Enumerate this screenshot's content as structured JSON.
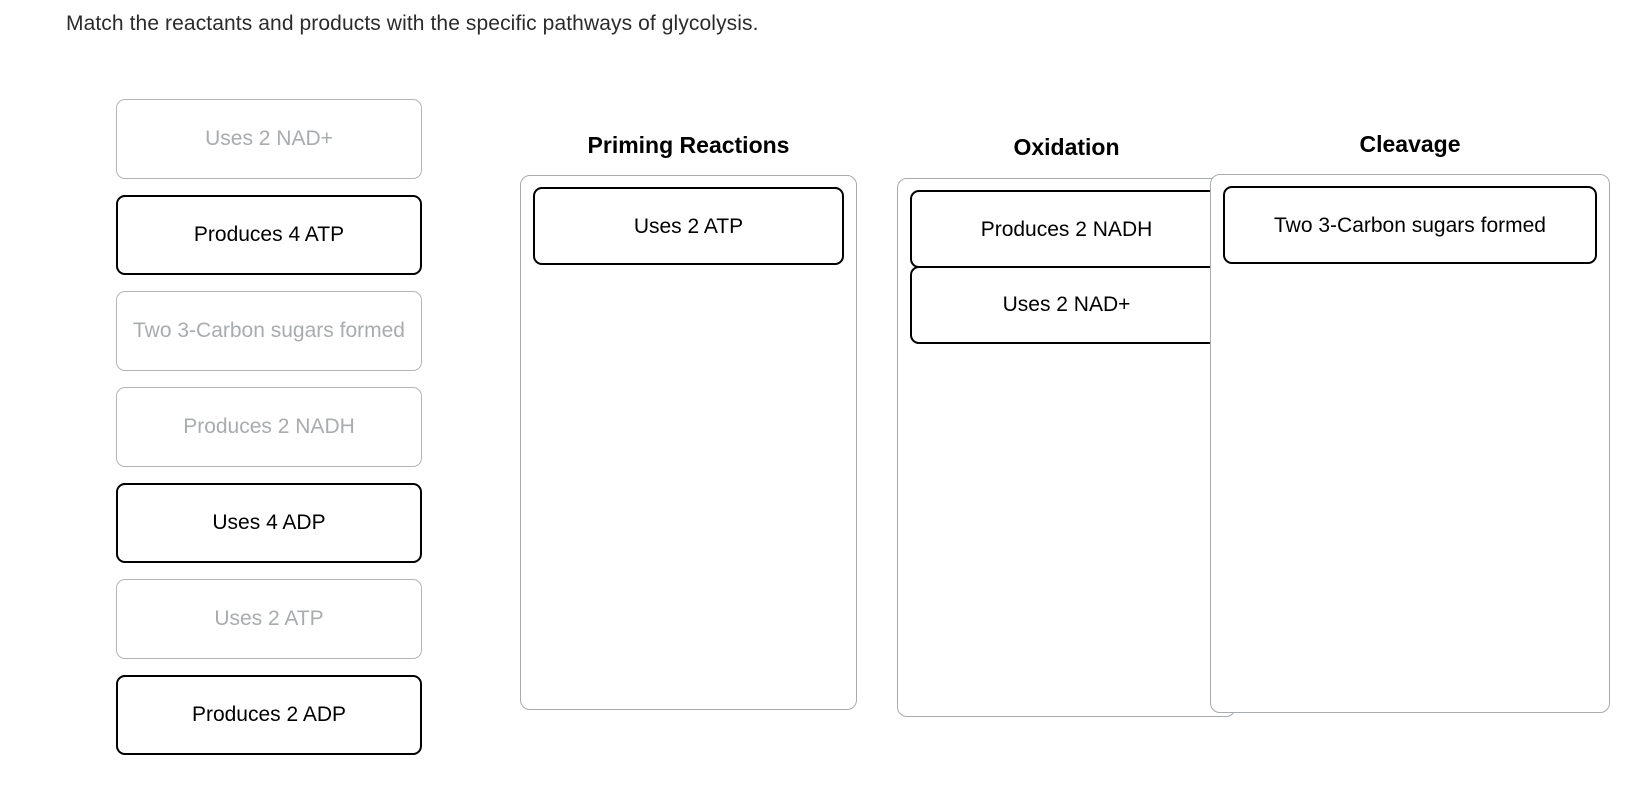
{
  "prompt": "Match the reactants and products with the specific pathways of glycolysis.",
  "source_bank": {
    "items": [
      {
        "label": "Uses 2 NAD+",
        "state": "used"
      },
      {
        "label": "Produces 4 ATP",
        "state": "active"
      },
      {
        "label": "Two 3-Carbon sugars formed",
        "state": "used"
      },
      {
        "label": "Produces 2 NADH",
        "state": "used"
      },
      {
        "label": "Uses 4 ADP",
        "state": "active"
      },
      {
        "label": "Uses 2 ATP",
        "state": "used"
      },
      {
        "label": "Produces 2 ADP",
        "state": "active"
      }
    ]
  },
  "columns": [
    {
      "title": "Priming Reactions",
      "placed": [
        {
          "label": "Uses 2 ATP"
        }
      ]
    },
    {
      "title": "Oxidation",
      "placed": [
        {
          "label": "Produces 2 NADH"
        },
        {
          "label": "Uses 2 NAD+"
        }
      ]
    },
    {
      "title": "Cleavage",
      "placed": [
        {
          "label": "Two 3-Carbon sugars formed"
        }
      ]
    }
  ],
  "colors": {
    "active_border": "#000000",
    "used_border": "#b2b5b7",
    "used_text": "#a9acae",
    "zone_border": "#a8abad",
    "text": "#2b2b2b",
    "background": "#ffffff"
  }
}
